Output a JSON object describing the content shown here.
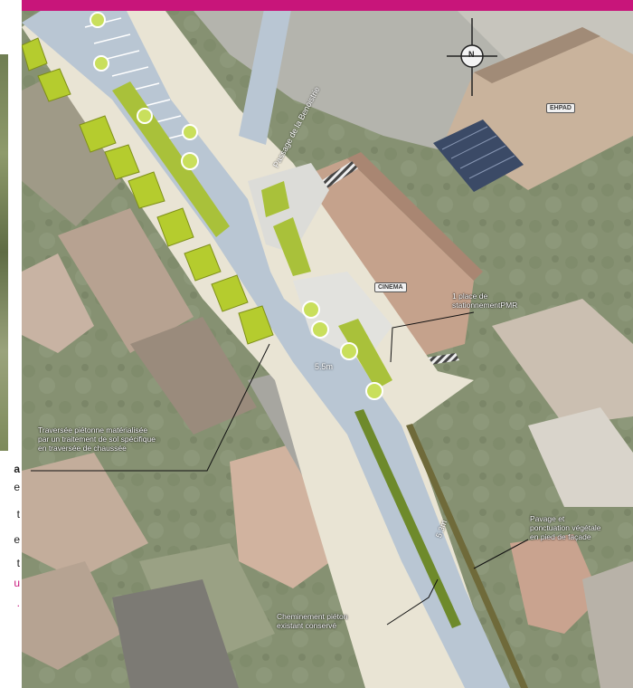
{
  "left_text": {
    "lines": [
      "a",
      "e",
      "t",
      "e",
      "t"
    ],
    "pink_lines": [
      "u",
      "."
    ]
  },
  "labels": {
    "street": "Passage de la Benoistrie",
    "building_enpad": "EHPAD",
    "building_cinema": "CINEMA",
    "pmr": [
      "1 place de",
      "stationnementPMR"
    ],
    "crossing": [
      "Traversée piétonne matérialisée",
      "par un traitement de sol spécifique",
      "en traversée de chaussée"
    ],
    "paving": [
      "Pavage et",
      "ponctuation végétale",
      "en pied de façade"
    ],
    "path": [
      "Cheminement piéton",
      "existant conservé"
    ],
    "dim_1": "5.5m",
    "dim_2": "5.3m",
    "compass": "N"
  },
  "colors": {
    "accent_bar": "#c8157a",
    "road": "#b9c6d3",
    "sidewalk": "#e9e4d4",
    "greenery": "#b5cc2e"
  }
}
